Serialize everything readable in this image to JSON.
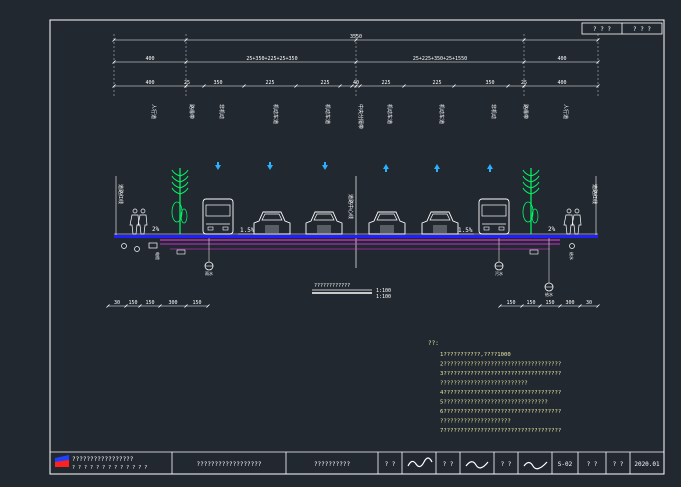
{
  "drawing": {
    "sheet_label_left": "? ? ?",
    "sheet_label_right": "? ? ?",
    "overall_width": "3550",
    "row1": {
      "left": "400",
      "mid_left": "25+350+225+25+350",
      "mid_right": "25+225+350+25+1550",
      "right": "400"
    },
    "row2": [
      "400",
      "25",
      "350",
      "225",
      "225",
      "40",
      "225",
      "225",
      "350",
      "25",
      "400"
    ],
    "lane_labels": [
      "人行道",
      "路缘带",
      "非机动",
      "机动车道",
      "机动车道",
      "中央分隔带",
      "机动车道",
      "机动车道",
      "非机动",
      "路缘带",
      "人行道"
    ],
    "left_edge_label": "道路红线",
    "right_edge_label": "道路红线",
    "center_label": "道路中心线",
    "slope_left": "2%",
    "slope_mid_left": "1.5%",
    "slope_mid_right": "1.5%",
    "slope_right": "2%",
    "bottom_dims_left": [
      "30",
      "150",
      "150",
      "300",
      "150"
    ],
    "bottom_dims_right": [
      "150",
      "150",
      "150",
      "300",
      "30"
    ],
    "scale_title": "????????????",
    "scale_h": "1:100",
    "scale_v": "1:100",
    "pipe_labels": [
      "电缆",
      "给水",
      "雨水",
      "污水"
    ],
    "notes_title": "??:",
    "notes": [
      "1???????????,????1000",
      "2???????????????????????????????????",
      "3???????????????????????????????????",
      "   ??????????????????????????",
      "4???????????????????????????????????",
      "5???????????????????????????????",
      "6???????????????????????????????????",
      "   ?????????????????????",
      "7???????????????????????????????????"
    ]
  },
  "title_block": {
    "company": "?????????????????",
    "company_sub": "? ? ? ? ? ? ? ? ? ? ? ? ?",
    "project": "??????????????????",
    "drawing_name": "??????????",
    "cells": [
      "? ?",
      "? ?",
      "? ?",
      "? ?",
      "? ?"
    ],
    "signatures": [
      "sign-1",
      "sign-2",
      "sign-3"
    ],
    "drawing_no": "S-02",
    "label_date": "? ?",
    "date": "2020.01"
  },
  "colors": {
    "bg": "#212830",
    "frame": "#ffffff",
    "road_base": "#2020ff",
    "road_pink": "#ff33ff",
    "tree": "#00ff66",
    "arrow": "#2ab0ff",
    "vehicle": "#ffffff",
    "notes": "#e6e6a0"
  }
}
